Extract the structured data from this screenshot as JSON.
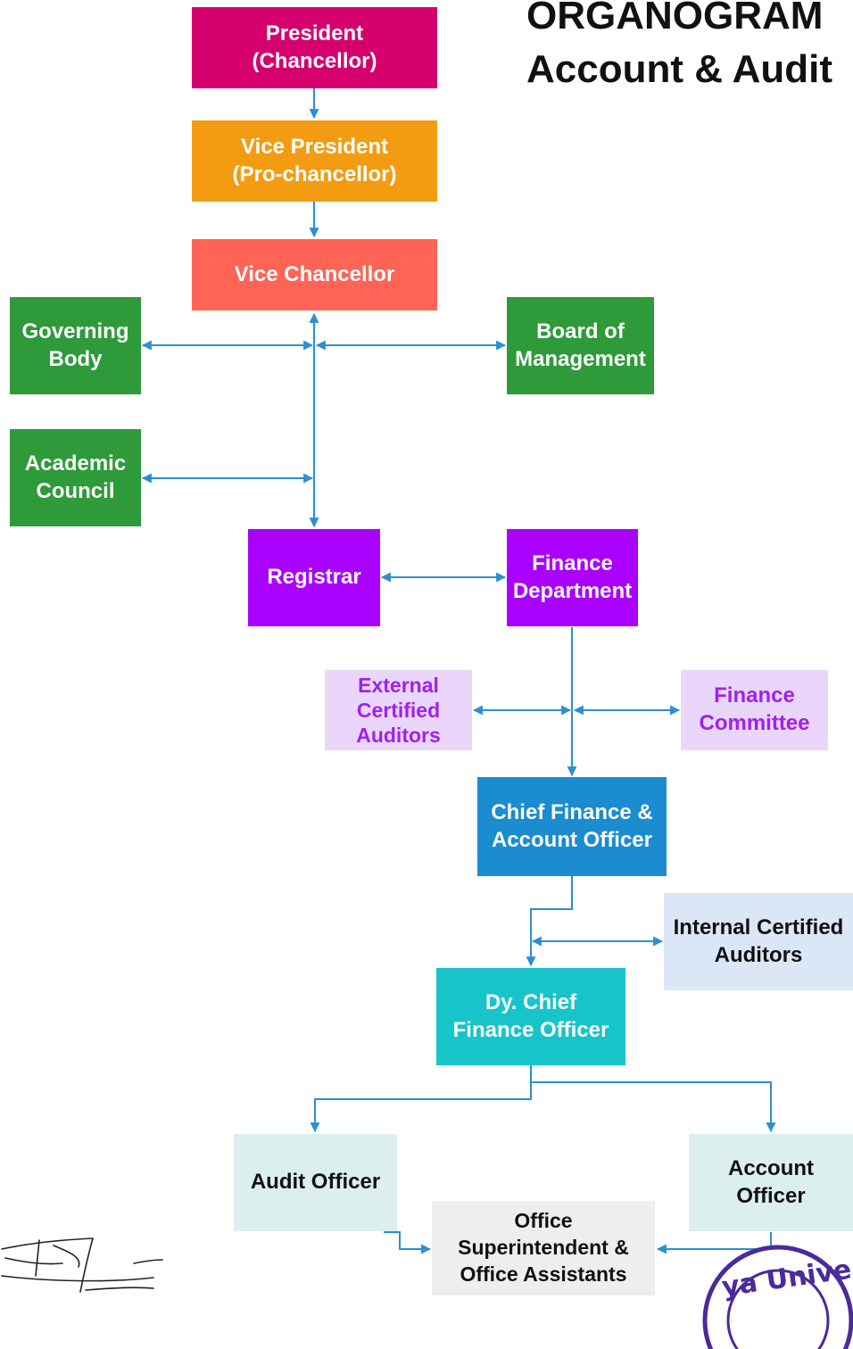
{
  "title": {
    "line1": "ORGANOGRAM",
    "line2": "Account & Audit"
  },
  "nodes": {
    "president": "President\n(Chancellor)",
    "vice_president": "Vice President\n(Pro-chancellor)",
    "vice_chancellor": "Vice Chancellor",
    "governing_body": "Governing\nBody",
    "board_of_management": "Board of\nManagement",
    "academic_council": "Academic\nCouncil",
    "registrar": "Registrar",
    "finance_department": "Finance\nDepartment",
    "external_auditors": "External\nCertified\nAuditors",
    "finance_committee": "Finance\nCommittee",
    "chief_finance_officer": "Chief Finance &\nAccount Officer",
    "internal_auditors": "Internal Certified\nAuditors",
    "dy_chief_finance_officer": "Dy. Chief\nFinance Officer",
    "audit_officer": "Audit Officer",
    "account_officer": "Account\nOfficer",
    "office_superintendent": "Office\nSuperintendent &\nOffice Assistants"
  },
  "seal_text": "ya Unive",
  "colors": {
    "president": "#d5006d",
    "vice_president": "#f39c12",
    "vice_chancellor": "#ff6457",
    "green": "#2e9a3a",
    "purple": "#aa00ff",
    "light_purple_bg": "#ead6fb",
    "light_purple_text": "#a020f0",
    "blue": "#1a8ccf",
    "teal": "#17c4c9",
    "light_blue_bg": "#dbe6f7",
    "light_teal_bg": "#dcefef",
    "light_gray_bg": "#eeeeee",
    "connector": "#2b8fd1"
  }
}
